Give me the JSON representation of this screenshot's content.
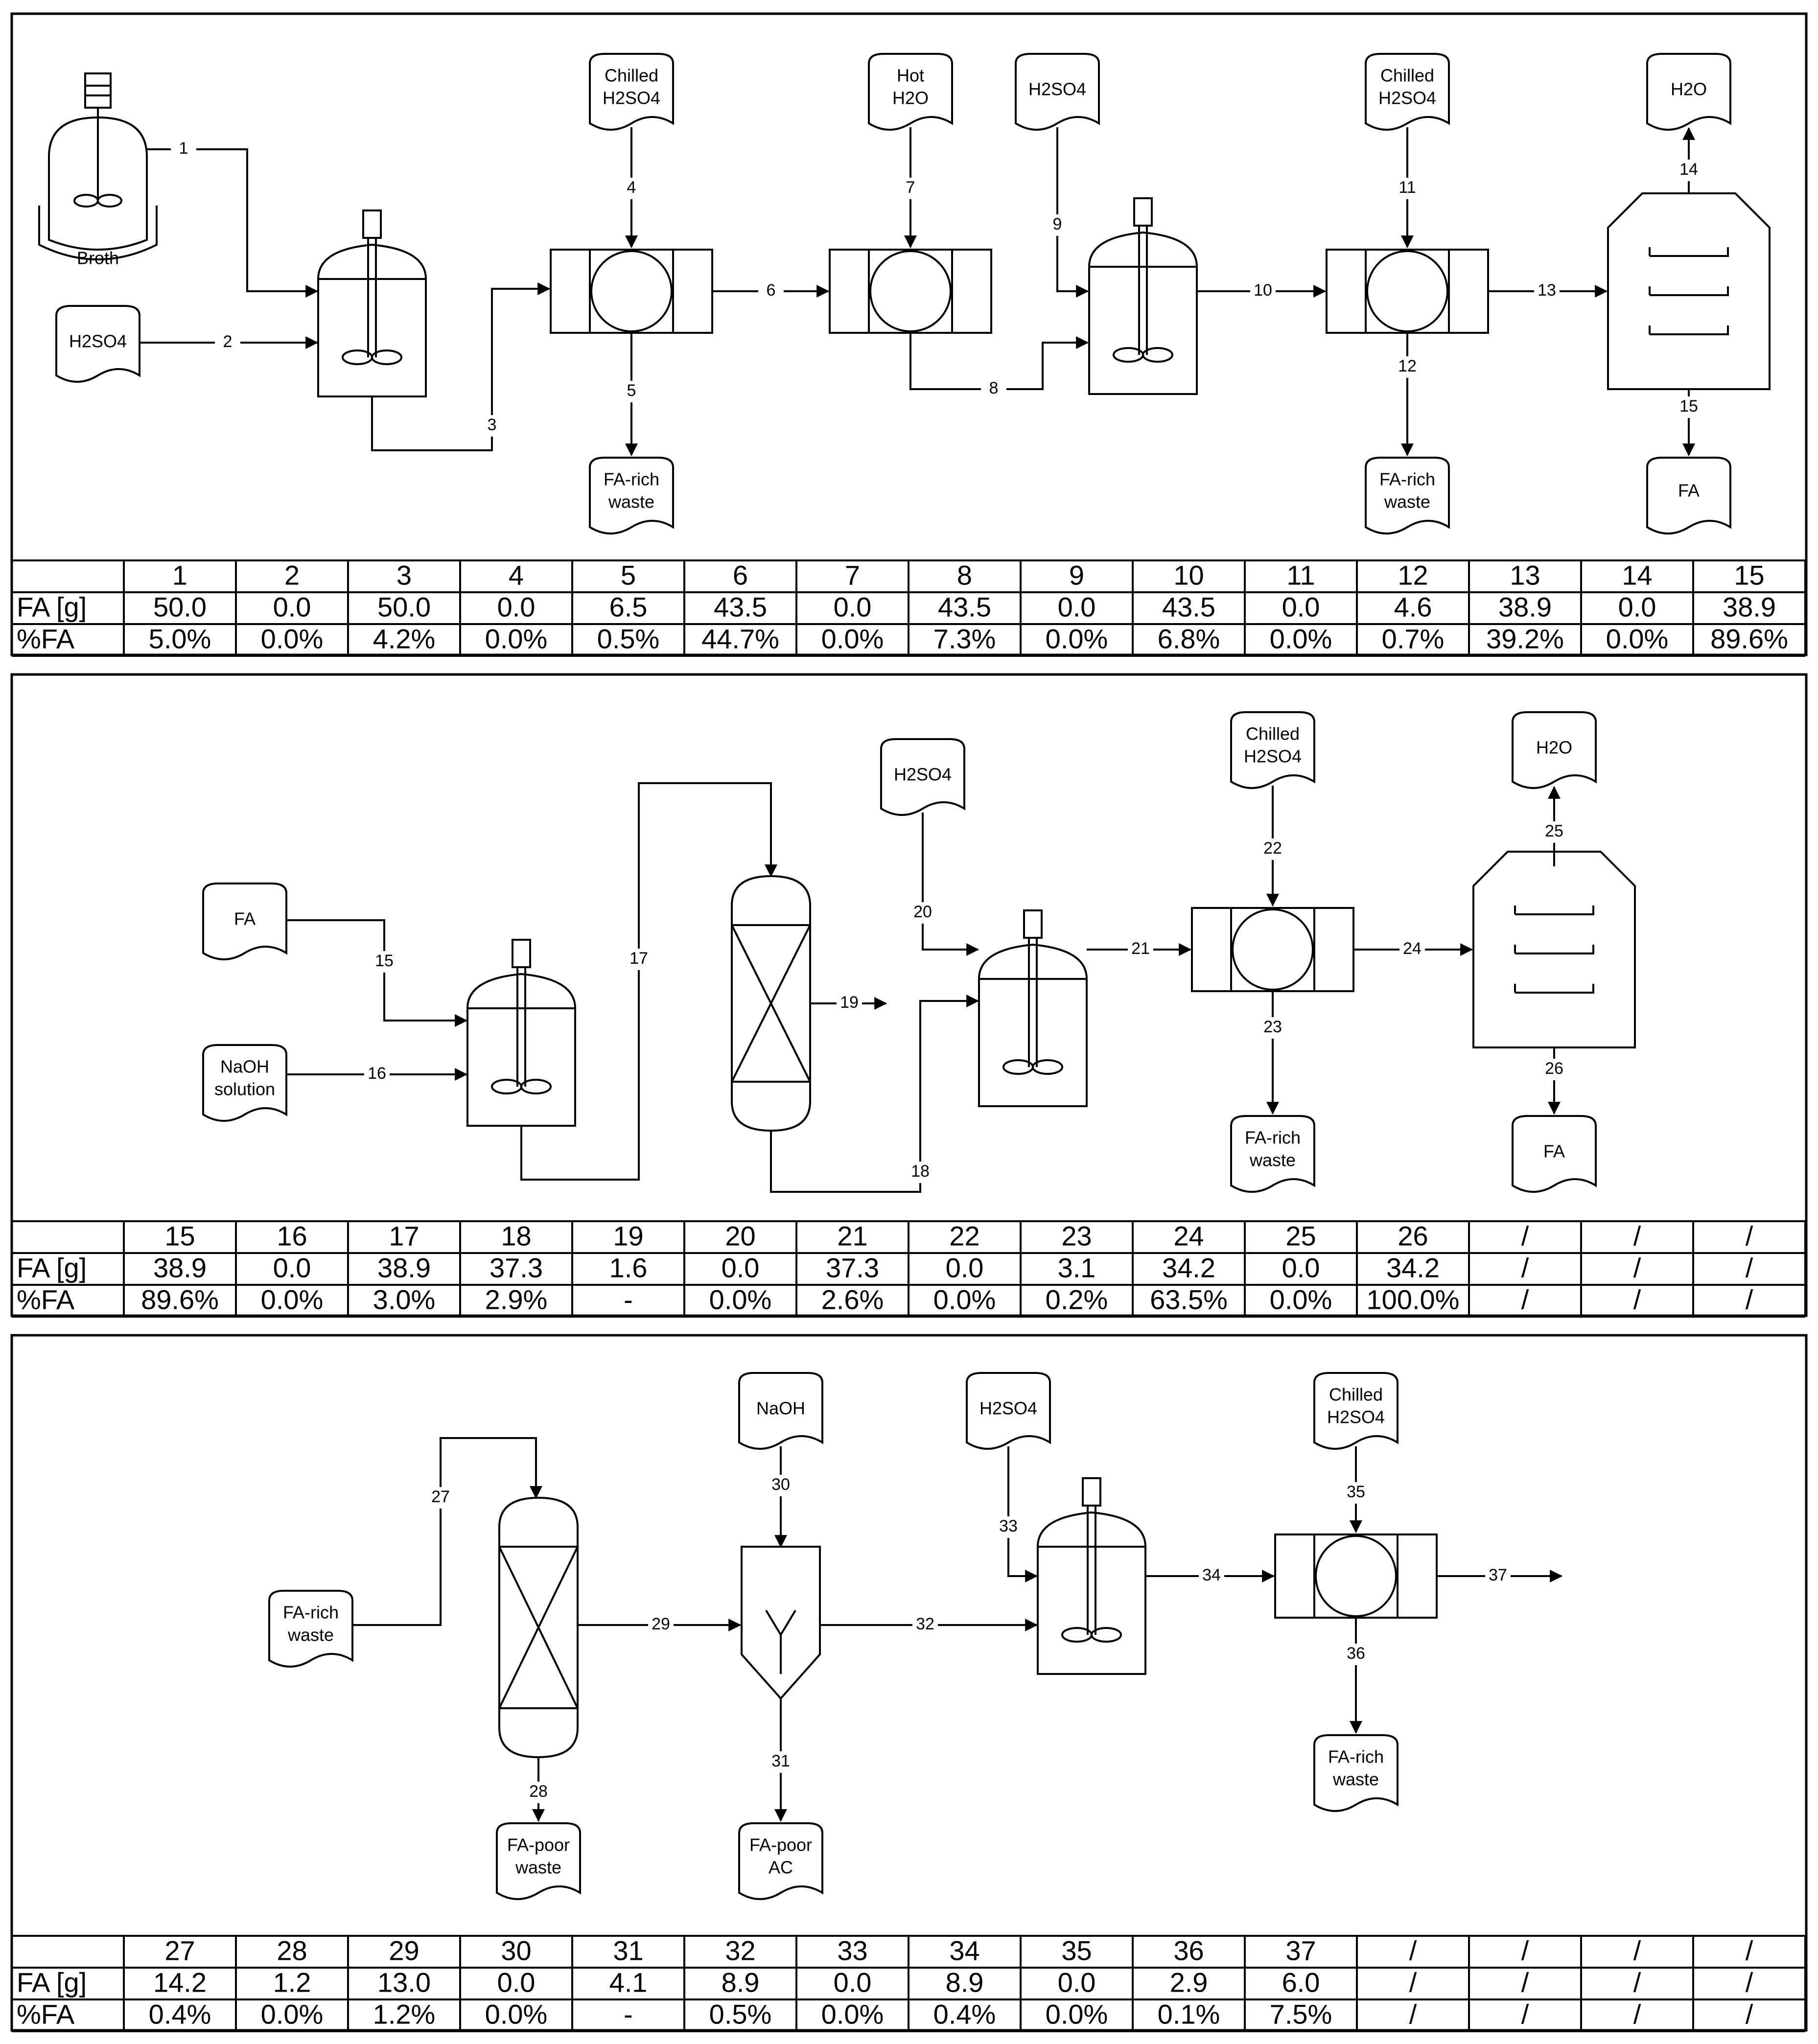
{
  "units": {
    "broth": "Broth",
    "h2so4_1": "H2SO4",
    "chilled_h2so4_1": [
      "Chilled",
      "H2SO4"
    ],
    "hot_h2o": [
      "Hot",
      "H2O"
    ],
    "h2so4_2": "H2SO4",
    "chilled_h2so4_2": [
      "Chilled",
      "H2SO4"
    ],
    "h2o_1": "H2O",
    "fa_rich_waste_1": [
      "FA-rich",
      "waste"
    ],
    "fa_rich_waste_2": [
      "FA-rich",
      "waste"
    ],
    "fa_1": "FA",
    "fa_in_2": "FA",
    "naoh_solution": [
      "NaOH",
      "solution"
    ],
    "h2so4_3": "H2SO4",
    "chilled_h2so4_3": [
      "Chilled",
      "H2SO4"
    ],
    "h2o_2": "H2O",
    "fa_rich_waste_3": [
      "FA-rich",
      "waste"
    ],
    "fa_2": "FA",
    "fa_rich_waste_in": [
      "FA-rich",
      "waste"
    ],
    "naoh": "NaOH",
    "h2so4_4": "H2SO4",
    "chilled_h2so4_4": [
      "Chilled",
      "H2SO4"
    ],
    "fa_poor_waste": [
      "FA-poor",
      "waste"
    ],
    "fa_poor_ac": [
      "FA-poor",
      "AC"
    ],
    "fa_rich_waste_4": [
      "FA-rich",
      "waste"
    ]
  },
  "stream_labels": [
    "1",
    "2",
    "3",
    "4",
    "5",
    "6",
    "7",
    "8",
    "9",
    "10",
    "11",
    "12",
    "13",
    "14",
    "15",
    "15",
    "16",
    "17",
    "18",
    "19",
    "20",
    "21",
    "22",
    "23",
    "24",
    "25",
    "26",
    "27",
    "28",
    "29",
    "30",
    "31",
    "32",
    "33",
    "34",
    "35",
    "36",
    "37"
  ],
  "tables": [
    {
      "header": [
        "",
        "1",
        "2",
        "3",
        "4",
        "5",
        "6",
        "7",
        "8",
        "9",
        "10",
        "11",
        "12",
        "13",
        "14",
        "15"
      ],
      "rows": [
        [
          "FA [g]",
          "50.0",
          "0.0",
          "50.0",
          "0.0",
          "6.5",
          "43.5",
          "0.0",
          "43.5",
          "0.0",
          "43.5",
          "0.0",
          "4.6",
          "38.9",
          "0.0",
          "38.9"
        ],
        [
          "%FA",
          "5.0%",
          "0.0%",
          "4.2%",
          "0.0%",
          "0.5%",
          "44.7%",
          "0.0%",
          "7.3%",
          "0.0%",
          "6.8%",
          "0.0%",
          "0.7%",
          "39.2%",
          "0.0%",
          "89.6%"
        ]
      ]
    },
    {
      "header": [
        "",
        "15",
        "16",
        "17",
        "18",
        "19",
        "20",
        "21",
        "22",
        "23",
        "24",
        "25",
        "26",
        "/",
        "/",
        "/"
      ],
      "rows": [
        [
          "FA [g]",
          "38.9",
          "0.0",
          "38.9",
          "37.3",
          "1.6",
          "0.0",
          "37.3",
          "0.0",
          "3.1",
          "34.2",
          "0.0",
          "34.2",
          "/",
          "/",
          "/"
        ],
        [
          "%FA",
          "89.6%",
          "0.0%",
          "3.0%",
          "2.9%",
          "-",
          "0.0%",
          "2.6%",
          "0.0%",
          "0.2%",
          "63.5%",
          "0.0%",
          "100.0%",
          "/",
          "/",
          "/"
        ]
      ]
    },
    {
      "header": [
        "",
        "27",
        "28",
        "29",
        "30",
        "31",
        "32",
        "33",
        "34",
        "35",
        "36",
        "37",
        "/",
        "/",
        "/",
        "/"
      ],
      "rows": [
        [
          "FA [g]",
          "14.2",
          "1.2",
          "13.0",
          "0.0",
          "4.1",
          "8.9",
          "0.0",
          "8.9",
          "0.0",
          "2.9",
          "6.0",
          "/",
          "/",
          "/",
          "/"
        ],
        [
          "%FA",
          "0.4%",
          "0.0%",
          "1.2%",
          "0.0%",
          "-",
          "0.5%",
          "0.0%",
          "0.4%",
          "0.0%",
          "0.1%",
          "7.5%",
          "/",
          "/",
          "/",
          "/"
        ]
      ]
    }
  ]
}
